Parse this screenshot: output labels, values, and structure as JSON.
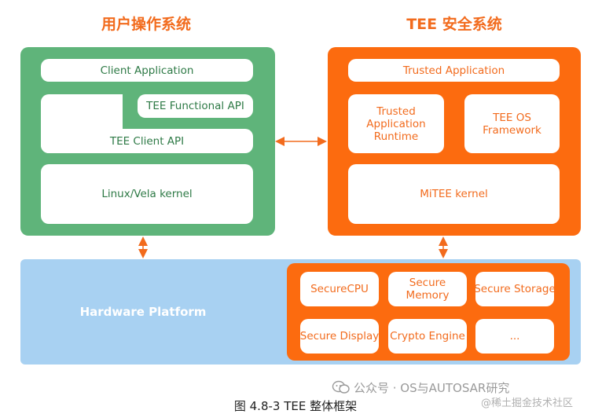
{
  "titles": {
    "left": "用户操作系统",
    "right": "TEE 安全系统"
  },
  "ree": {
    "client_application": "Client Application",
    "tee_functional_api": "TEE Functional API",
    "tee_client_api": "TEE Client API",
    "kernel": "Linux/Vela kernel"
  },
  "tee": {
    "trusted_application": "Trusted Application",
    "ta_runtime": "Trusted Application Runtime",
    "os_framework": "TEE OS Framework",
    "kernel": "MiTEE kernel"
  },
  "hardware": {
    "label": "Hardware Platform",
    "items": [
      "SecureCPU",
      "Secure Memory",
      "Secure Storage",
      "Secure Display",
      "Crypto Engine",
      "..."
    ]
  },
  "caption": "图 4.8-3 TEE 整体框架",
  "watermark": {
    "line1": "公众号 · OS与AUTOSAR研究",
    "line2": "@稀土掘金技术社区"
  },
  "colors": {
    "ree_panel": "#5fb47a",
    "tee_panel": "#fc6b0f",
    "hardware_panel": "#a8d1f2",
    "title_text": "#f26b1d"
  }
}
